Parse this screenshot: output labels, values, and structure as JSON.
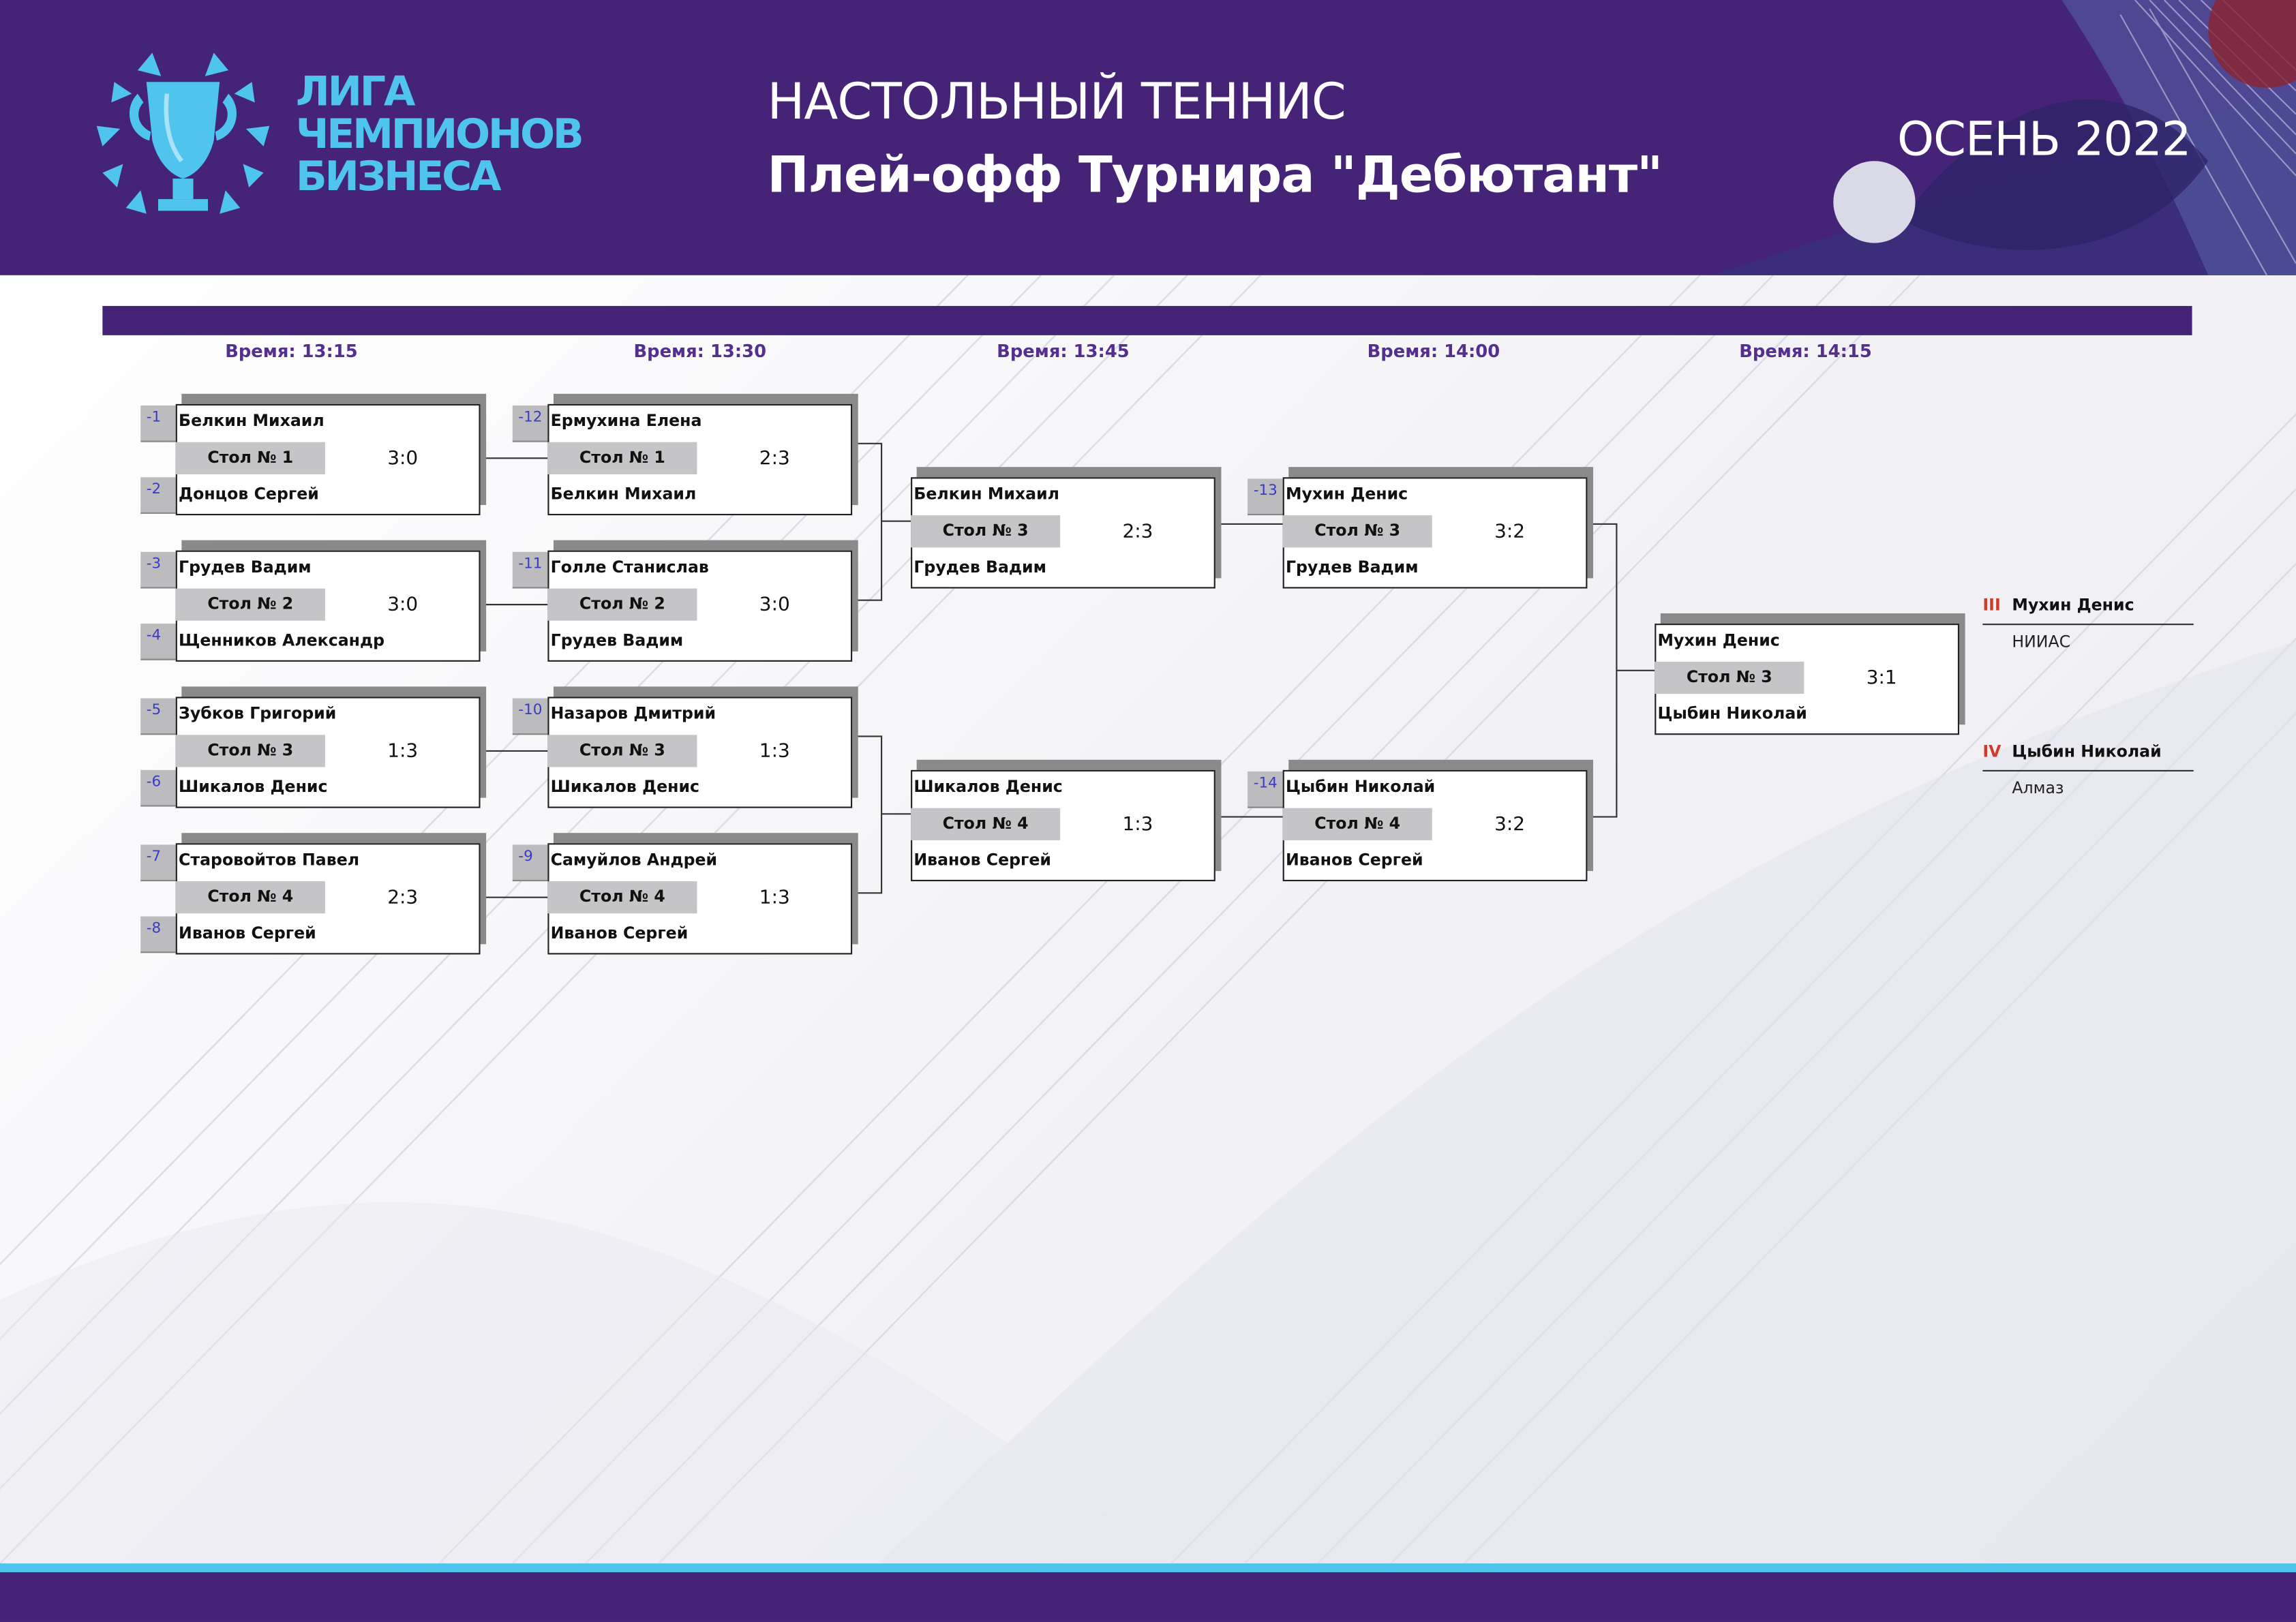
{
  "header": {
    "logo_lines": [
      "ЛИГА",
      "ЧЕМПИОНОВ",
      "БИЗНЕСА"
    ],
    "sport": "НАСТОЛЬНЫЙ ТЕННИС",
    "title": "Плей-офф Турнира \"Дебютант\"",
    "season": "ОСЕНЬ 2022"
  },
  "rounds": [
    {
      "time": "Время: 13:15"
    },
    {
      "time": "Время: 13:30"
    },
    {
      "time": "Время: 13:45"
    },
    {
      "time": "Время: 14:00"
    },
    {
      "time": "Время: 14:15"
    }
  ],
  "matches": {
    "r1": [
      {
        "seed1": "-1",
        "seed2": "-2",
        "p1": "Белкин Михаил",
        "p2": "Донцов Сергей",
        "table": "Стол № 1",
        "score": "3:0"
      },
      {
        "seed1": "-3",
        "seed2": "-4",
        "p1": "Грудев Вадим",
        "p2": "Щенников Александр",
        "table": "Стол № 2",
        "score": "3:0"
      },
      {
        "seed1": "-5",
        "seed2": "-6",
        "p1": "Зубков Григорий",
        "p2": "Шикалов Денис",
        "table": "Стол № 3",
        "score": "1:3"
      },
      {
        "seed1": "-7",
        "seed2": "-8",
        "p1": "Старовойтов Павел",
        "p2": "Иванов Сергей",
        "table": "Стол № 4",
        "score": "2:3"
      }
    ],
    "r2": [
      {
        "seed": "-12",
        "p1": "Ермухина Елена",
        "p2": "Белкин Михаил",
        "table": "Стол № 1",
        "score": "2:3"
      },
      {
        "seed": "-11",
        "p1": "Голле Станислав",
        "p2": "Грудев Вадим",
        "table": "Стол № 2",
        "score": "3:0"
      },
      {
        "seed": "-10",
        "p1": "Назаров Дмитрий",
        "p2": "Шикалов Денис",
        "table": "Стол № 3",
        "score": "1:3"
      },
      {
        "seed": "-9",
        "p1": "Самуйлов Андрей",
        "p2": "Иванов Сергей",
        "table": "Стол № 4",
        "score": "1:3"
      }
    ],
    "r3": [
      {
        "p1": "Белкин Михаил",
        "p2": "Грудев Вадим",
        "table": "Стол № 3",
        "score": "2:3"
      },
      {
        "p1": "Шикалов Денис",
        "p2": "Иванов Сергей",
        "table": "Стол № 4",
        "score": "1:3"
      }
    ],
    "r4": [
      {
        "seed": "-13",
        "p1": "Мухин Денис",
        "p2": "Грудев Вадим",
        "table": "Стол № 3",
        "score": "3:2"
      },
      {
        "seed": "-14",
        "p1": "Цыбин Николай",
        "p2": "Иванов Сергей",
        "table": "Стол № 4",
        "score": "3:2"
      }
    ],
    "r5": [
      {
        "p1": "Мухин Денис",
        "p2": "Цыбин Николай",
        "table": "Стол № 3",
        "score": "3:1"
      }
    ]
  },
  "places": [
    {
      "num": "III",
      "name": "Мухин Денис",
      "club": "НИИАС"
    },
    {
      "num": "IV",
      "name": "Цыбин Николай",
      "club": "Алмаз"
    }
  ],
  "colors": {
    "brand_purple": "#452478",
    "brand_cyan": "#4fc5ee",
    "time_purple": "#542f8f",
    "place_red": "#d23a2a",
    "seed_blue": "#3a3ac6",
    "table_gray": "#c5c5c7"
  }
}
